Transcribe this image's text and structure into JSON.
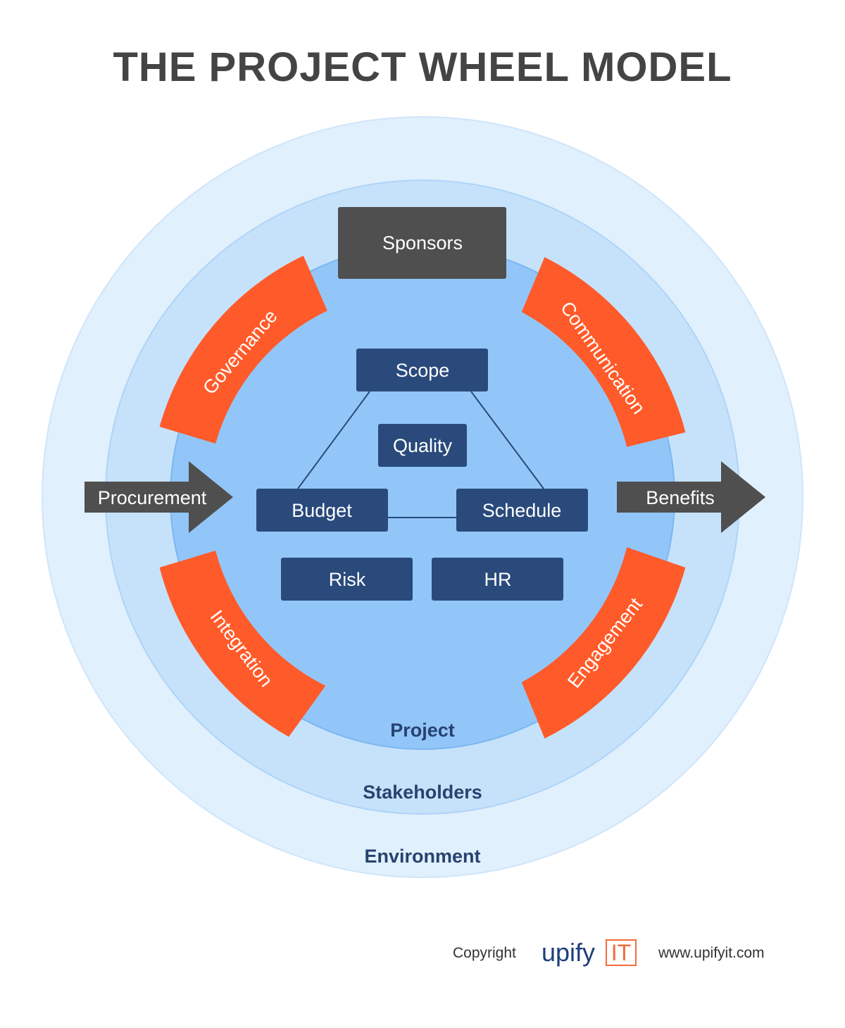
{
  "title": "THE PROJECT WHEEL MODEL",
  "rings": {
    "environment": "Environment",
    "stakeholders": "Stakeholders",
    "project": "Project"
  },
  "sponsors": "Sponsors",
  "arcs": {
    "governance": "Governance",
    "communication": "Communication",
    "integration": "Integration",
    "engagement": "Engagement"
  },
  "arrows": {
    "procurement": "Procurement",
    "benefits": "Benefits"
  },
  "core": {
    "scope": "Scope",
    "quality": "Quality",
    "budget": "Budget",
    "schedule": "Schedule",
    "risk": "Risk",
    "hr": "HR"
  },
  "footer": {
    "copyright": "Copyright",
    "logo_main": "upify",
    "logo_box": "IT",
    "url": "www.upifyit.com"
  },
  "colors": {
    "ring_outer": "#e1f0fd",
    "ring_mid": "#c6e2fb",
    "ring_inner": "#92c6f9",
    "arc_orange": "#ff5b2a",
    "box_navy": "#2a4a7c",
    "box_dark": "#4f4f4f",
    "label_navy": "#27426f"
  }
}
